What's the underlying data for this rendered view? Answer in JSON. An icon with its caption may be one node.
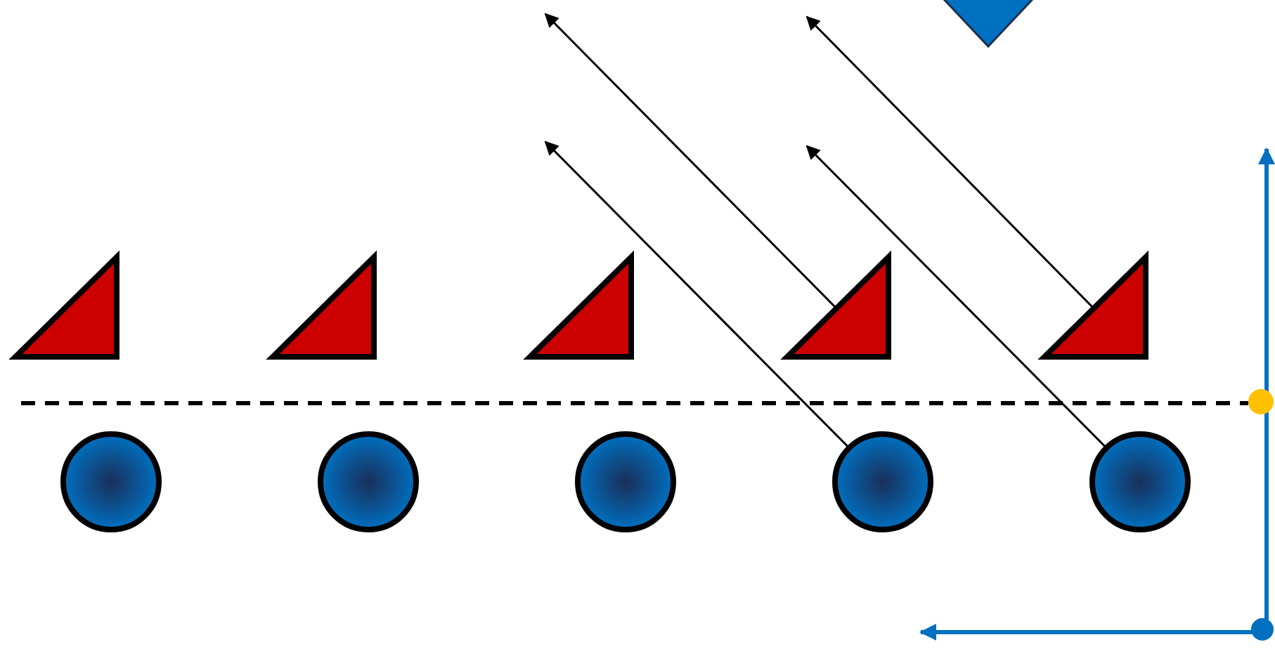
{
  "diagram": {
    "nodes": [
      {
        "text": [],
        "shape": "triangle"
      },
      {
        "text": [],
        "shape": "triangle"
      },
      {
        "text": [],
        "shape": "triangle"
      },
      {
        "text": [],
        "shape": "triangle"
      },
      {
        "text": [],
        "shape": "triangle"
      },
      {
        "text": [],
        "shape": "triangle"
      },
      {
        "text": [],
        "shape": "circle"
      },
      {
        "text": [],
        "shape": "circle"
      },
      {
        "text": [],
        "shape": "circle"
      },
      {
        "text": [],
        "shape": "circle"
      },
      {
        "text": [],
        "shape": "circle"
      }
    ],
    "edges": [
      {
        "from": 4,
        "to": null,
        "arrow": "to"
      },
      {
        "from": 5,
        "to": null,
        "arrow": "to"
      },
      {
        "from": 9,
        "to": null,
        "arrow": "to"
      },
      {
        "from": 10,
        "to": null,
        "arrow": "to"
      }
    ]
  }
}
